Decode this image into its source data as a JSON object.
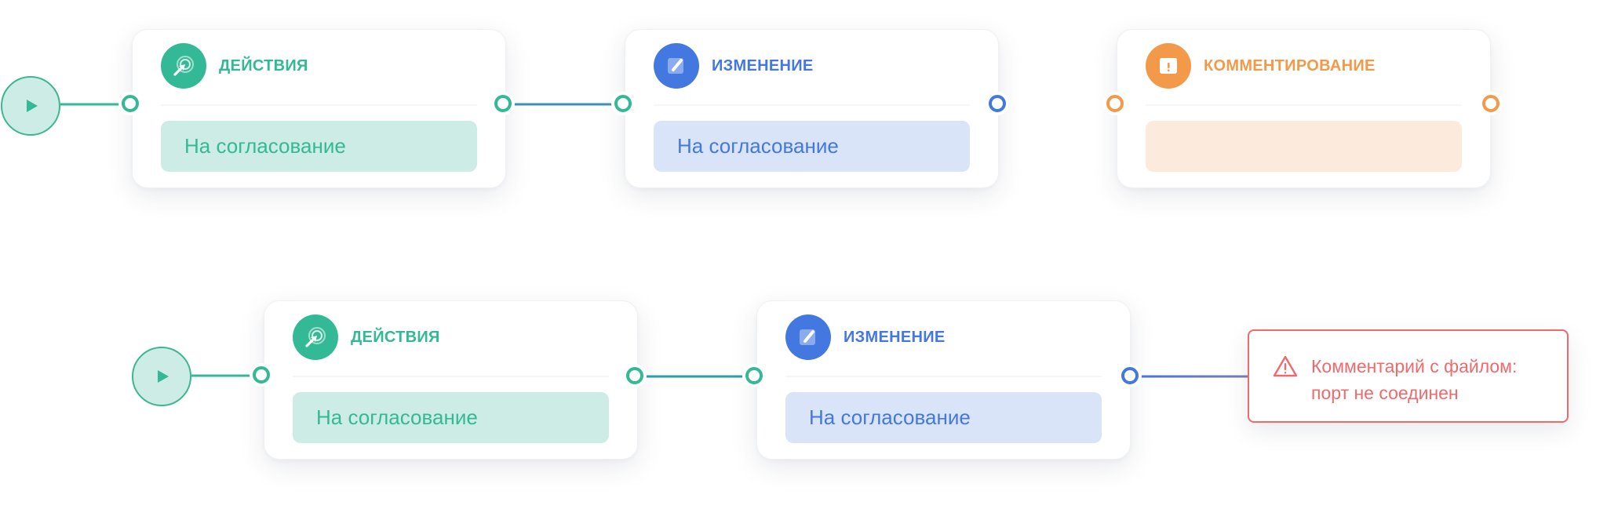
{
  "colors": {
    "green": "#33b995",
    "green_bg": "#cdece5",
    "blue": "#4378e0",
    "blue_bg": "#d9e4f8",
    "orange": "#f29a4a",
    "orange_bg": "#fcebdc",
    "error_red": "#ef6a6c",
    "edge_row1": "#3b8fc2",
    "edge_row2": "#2c9ea6"
  },
  "row1": {
    "start": {
      "icon": "play-icon"
    },
    "nodes": [
      {
        "type": "actions",
        "icon": "action-pointer-icon",
        "title": "ДЕЙСТВИЯ",
        "value": "На согласование"
      },
      {
        "type": "change",
        "icon": "edit-icon",
        "title": "ИЗМЕНЕНИЕ",
        "value": "На согласование"
      },
      {
        "type": "comment",
        "icon": "comment-alert-icon",
        "title": "КОММЕНТИРОВАНИЕ",
        "value": ""
      }
    ]
  },
  "row2": {
    "start": {
      "icon": "play-icon"
    },
    "nodes": [
      {
        "type": "actions",
        "icon": "action-pointer-icon",
        "title": "ДЕЙСТВИЯ",
        "value": "На согласование"
      },
      {
        "type": "change",
        "icon": "edit-icon",
        "title": "ИЗМЕНЕНИЕ",
        "value": "На согласование"
      }
    ],
    "error": {
      "icon": "warning-icon",
      "line1": "Комментарий с файлом:",
      "line2": "порт не соединен"
    }
  }
}
